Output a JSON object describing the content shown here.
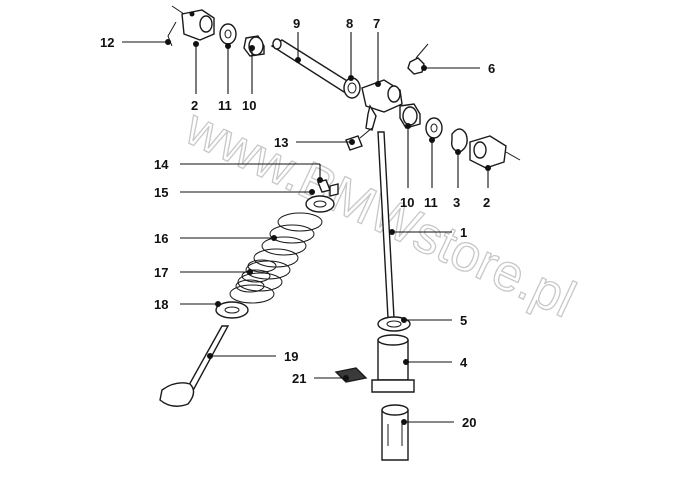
{
  "watermark": "www.BMWstore.pl",
  "callouts": [
    {
      "id": "12",
      "label": "12"
    },
    {
      "id": "2a",
      "label": "2"
    },
    {
      "id": "11a",
      "label": "11"
    },
    {
      "id": "10a",
      "label": "10"
    },
    {
      "id": "9",
      "label": "9"
    },
    {
      "id": "8",
      "label": "8"
    },
    {
      "id": "7",
      "label": "7"
    },
    {
      "id": "6",
      "label": "6"
    },
    {
      "id": "13",
      "label": "13"
    },
    {
      "id": "10b",
      "label": "10"
    },
    {
      "id": "11b",
      "label": "11"
    },
    {
      "id": "3",
      "label": "3"
    },
    {
      "id": "2b",
      "label": "2"
    },
    {
      "id": "14",
      "label": "14"
    },
    {
      "id": "15",
      "label": "15"
    },
    {
      "id": "16",
      "label": "16"
    },
    {
      "id": "17",
      "label": "17"
    },
    {
      "id": "18",
      "label": "18"
    },
    {
      "id": "1",
      "label": "1"
    },
    {
      "id": "5",
      "label": "5"
    },
    {
      "id": "4",
      "label": "4"
    },
    {
      "id": "19",
      "label": "19"
    },
    {
      "id": "21",
      "label": "21"
    },
    {
      "id": "20",
      "label": "20"
    }
  ]
}
